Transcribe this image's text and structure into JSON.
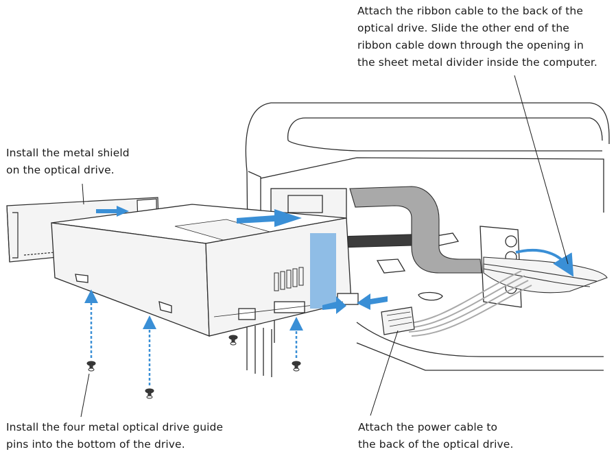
{
  "callouts": {
    "ribbon": "Attach the ribbon cable to the back of the\noptical drive. Slide the other end of the\nribbon cable down through the opening in\nthe sheet metal divider inside the computer.",
    "shield": "Install the metal shield\non the optical drive.",
    "pins": "Install the four metal optical drive guide\npins into the bottom of the drive.",
    "power": "Attach the power cable to\nthe back of the optical drive."
  },
  "colors": {
    "arrow": "#3a8fd6",
    "arrow_light": "#8fbde6",
    "outline": "#2b2b2b",
    "fill_light": "#f4f4f4",
    "cable": "#a9a9a9",
    "connector": "#3c3c3c"
  }
}
